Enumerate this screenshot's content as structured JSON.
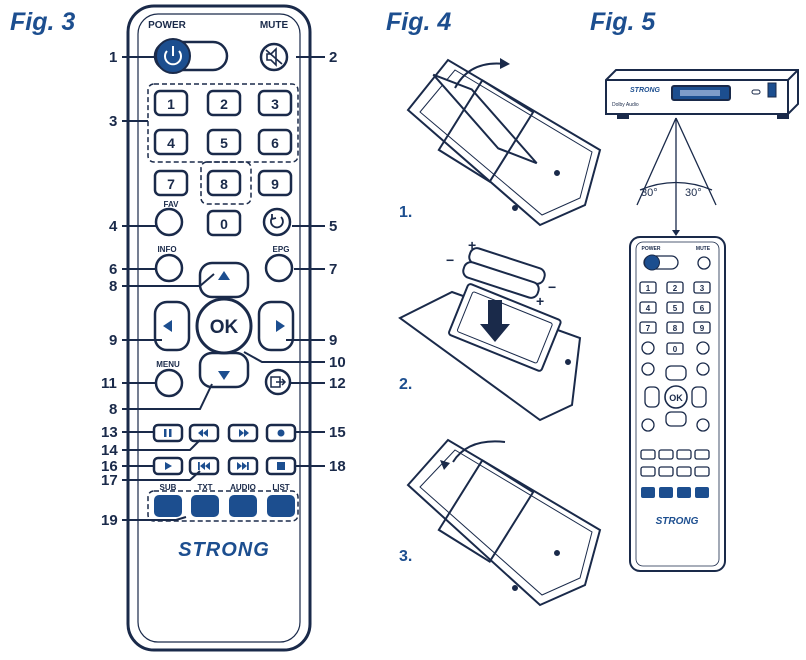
{
  "figures": {
    "fig3": "Fig. 3",
    "fig4": "Fig. 4",
    "fig5": "Fig. 5"
  },
  "colors": {
    "ink": "#1c4e8f",
    "outline": "#1a2a4a",
    "key_fill": "#ffffff"
  },
  "remote": {
    "power_label": "POWER",
    "mute_label": "MUTE",
    "digits": [
      "1",
      "2",
      "3",
      "4",
      "5",
      "6",
      "7",
      "8",
      "9",
      "0"
    ],
    "fav_label": "FAV",
    "info_label": "INFO",
    "epg_label": "EPG",
    "menu_label": "MENU",
    "ok_label": "OK",
    "color_key_labels": [
      "SUB",
      "TXT",
      "AUDIO",
      "LIST"
    ],
    "brand": "STRONG",
    "icons": [
      "power-icon",
      "mute-icon",
      "back-icon",
      "exit-icon",
      "pause-icon",
      "rewind-icon",
      "fast-forward-icon",
      "record-icon",
      "play-icon",
      "previous-icon",
      "next-icon",
      "stop-icon"
    ]
  },
  "callouts": [
    "1",
    "2",
    "3",
    "4",
    "5",
    "6",
    "7",
    "8",
    "8",
    "9",
    "9",
    "10",
    "11",
    "12",
    "13",
    "14",
    "15",
    "16",
    "17",
    "18",
    "19"
  ],
  "fig4": {
    "steps": [
      "1.",
      "2.",
      "3."
    ],
    "polarity": {
      "plus": "+",
      "minus": "−"
    }
  },
  "fig5": {
    "box_brand": "STRONG",
    "box_badge": "Dolby Audio",
    "angle_left": "30°",
    "angle_right": "30°"
  }
}
